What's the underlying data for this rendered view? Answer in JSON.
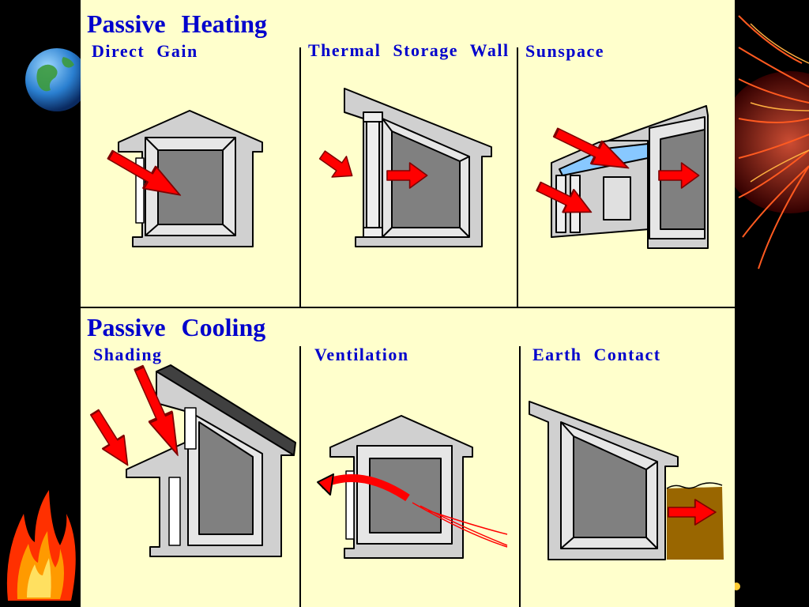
{
  "slide": {
    "heating": {
      "title": "Passive   Heating",
      "methods": [
        "Direct   Gain",
        "Thermal   Storage Wall",
        "Sunspace"
      ]
    },
    "cooling": {
      "title": "Passive   Cooling",
      "methods": [
        "Shading",
        "Ventilation",
        "Earth   Contact"
      ]
    }
  },
  "colors": {
    "panel": "#ffffcc",
    "title": "#0000cc",
    "arrow": "#ff0000",
    "wall": "#d0d0d0",
    "interior": "#808080",
    "earth": "#996600",
    "roof_dark": "#404040"
  },
  "icons": [
    "globe-icon",
    "fire-icon",
    "sun-rays-icon"
  ]
}
